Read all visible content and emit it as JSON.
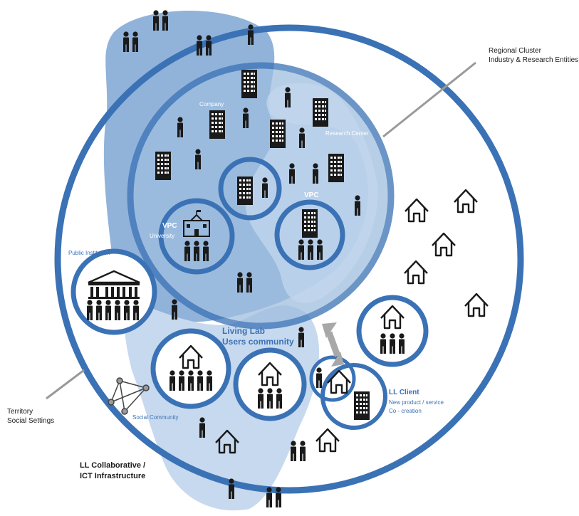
{
  "labels": {
    "regional_cluster_line1": "Regional Cluster",
    "regional_cluster_line2": "Industry & Research Entities",
    "company": "Company",
    "research_center": "Research Center",
    "vpc_left": "VPC",
    "university": "University",
    "vpc_right": "VPC",
    "public_institution": "Public Institution",
    "living_lab_line1": "Living Lab",
    "living_lab_line2": "Users community",
    "ll_client": "LL Client",
    "ll_client_sub1": "New product / service",
    "ll_client_sub2": "Co - creation",
    "territory_line1": "Territory",
    "territory_line2": "Social Settings",
    "social_community": "Social Community",
    "infra_line1": "LL Collaborative /",
    "infra_line2": "ICT Infrastructure"
  },
  "colors": {
    "ring": "#3a72b5",
    "accent_text": "#3a72b5",
    "inner_fill": "#9fbee0",
    "cluster_blob": "#7ea6d4",
    "territory_blob": "#c7d9ee",
    "research_blob": "#b4cce7",
    "icon": "#1a1a1a",
    "connector": "#9a9a9a"
  },
  "icons": [
    "person-icon",
    "building-icon",
    "house-icon",
    "school-icon",
    "institution-icon",
    "network-icon",
    "double-arrow-icon"
  ]
}
